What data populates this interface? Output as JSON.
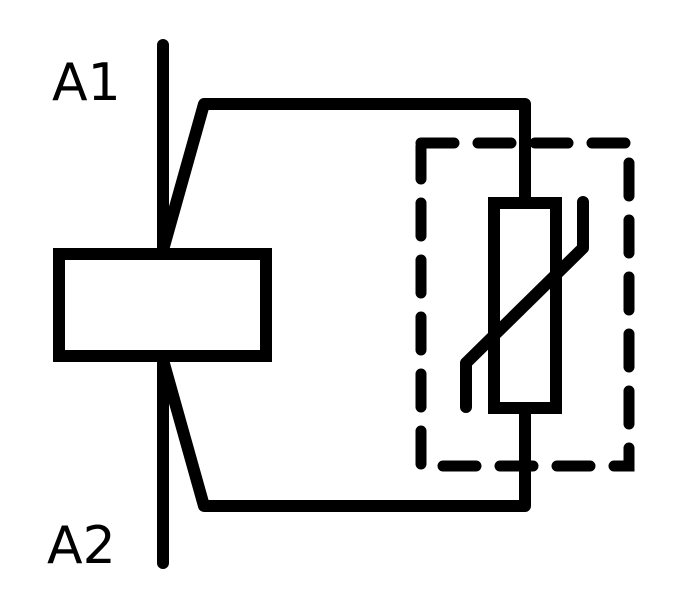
{
  "diagram": {
    "type": "relay coil with varistor suppressor circuit",
    "terminals": [
      {
        "id": "A1",
        "label": "A1"
      },
      {
        "id": "A2",
        "label": "A2"
      }
    ],
    "components": [
      {
        "name": "relay-coil",
        "symbol": "coil-rectangle"
      },
      {
        "name": "varistor",
        "symbol": "voltage-dependent-resistor"
      },
      {
        "name": "suppressor-module-boundary",
        "symbol": "dashed-rectangle"
      }
    ],
    "colors": {
      "line": "#000000",
      "background": "#ffffff"
    }
  }
}
